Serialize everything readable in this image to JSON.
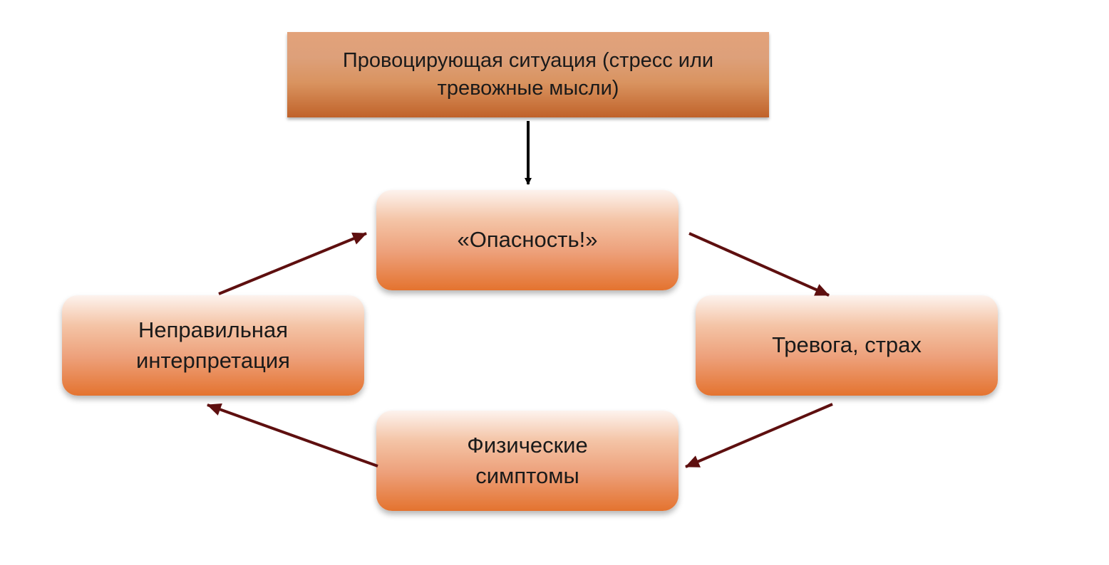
{
  "diagram": {
    "nodes": {
      "trigger": {
        "label": "Провоцирующая ситуация (стресс или\nтревожные мысли)"
      },
      "danger": {
        "label": "«Опасность!»"
      },
      "anxiety": {
        "label": "Тревога, страх"
      },
      "symptoms": {
        "label": "Физические\nсимптомы"
      },
      "misinterpretation": {
        "label": "Неправильная\nинтерпретация"
      }
    },
    "edges": [
      {
        "from": "trigger",
        "to": "danger"
      },
      {
        "from": "danger",
        "to": "anxiety"
      },
      {
        "from": "anxiety",
        "to": "symptoms"
      },
      {
        "from": "symptoms",
        "to": "misinterpretation"
      },
      {
        "from": "misinterpretation",
        "to": "danger"
      }
    ],
    "colors": {
      "box_top": "#fdf3ee",
      "box_bottom": "#e4732f",
      "trigger_box": "#c0622a",
      "arrow_trigger": "#000000",
      "arrow_cycle": "#5e0f0f"
    }
  }
}
